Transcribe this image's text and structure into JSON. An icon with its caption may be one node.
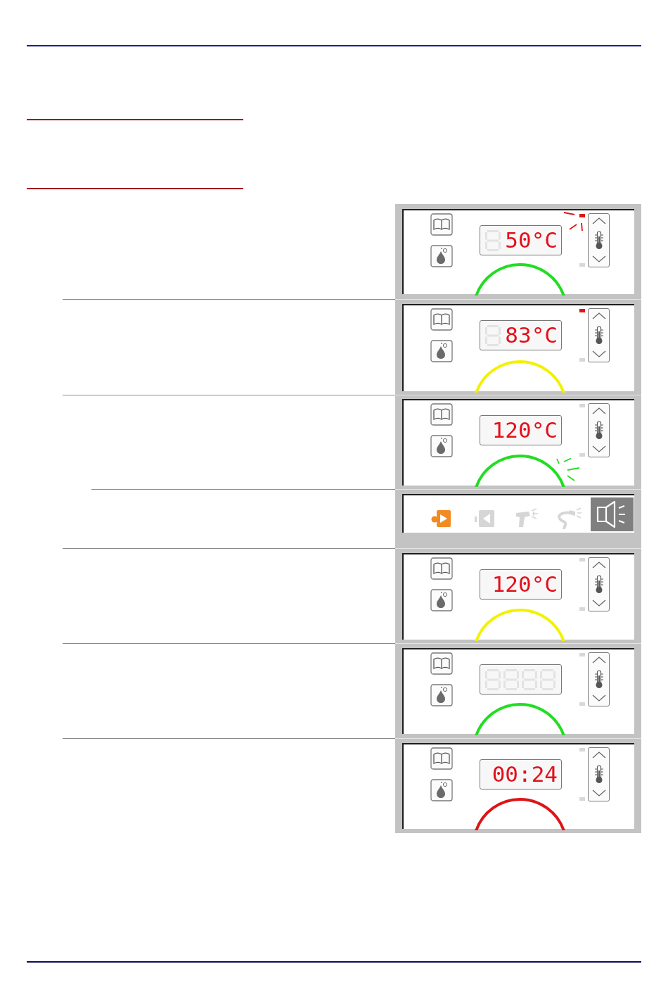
{
  "diagram": {
    "nodes": [
      {
        "text": [
          "50°C"
        ]
      },
      {
        "text": [
          "83°C"
        ]
      },
      {
        "text": [
          "120°C"
        ]
      },
      {
        "text": [
          "120°C"
        ]
      },
      {
        "text": [],
        "shape": "box"
      },
      {
        "text": [
          "00:24"
        ]
      }
    ]
  }
}
